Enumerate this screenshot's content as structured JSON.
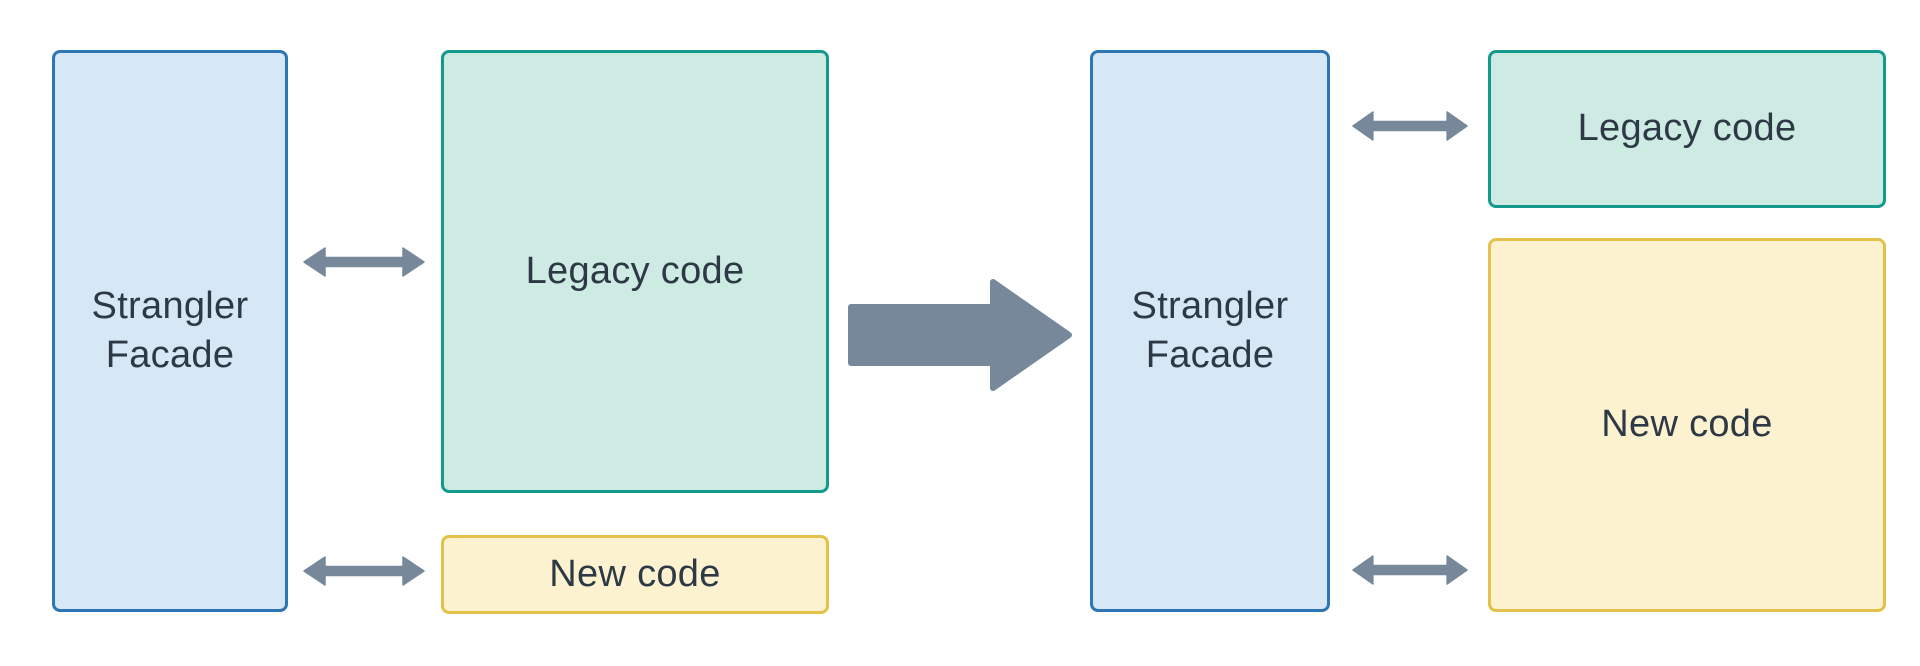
{
  "colors": {
    "background": "#ffffff",
    "facade_fill": "#d6e7f6",
    "facade_border": "#2e75b5",
    "legacy_fill": "#cdebe3",
    "legacy_border": "#149a8d",
    "new_fill": "#fcf2cf",
    "new_border": "#e4c148",
    "arrow": "#76889a",
    "text": "#2d3945"
  },
  "diagram": {
    "before": {
      "facade_label": "Strangler Facade",
      "legacy_label": "Legacy code",
      "new_label": "New code"
    },
    "after": {
      "facade_label": "Strangler Facade",
      "legacy_label": "Legacy code",
      "new_label": "New code"
    }
  }
}
